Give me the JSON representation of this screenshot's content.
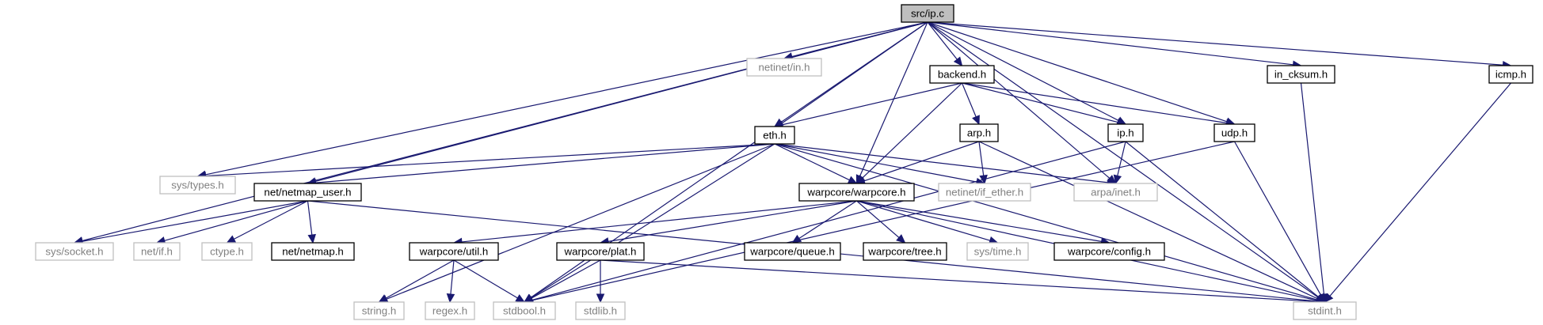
{
  "graph": {
    "root": "src/ip.c",
    "nodes": [
      {
        "id": "ip_c",
        "label": "src/ip.c",
        "kind": "root"
      },
      {
        "id": "netinet_in",
        "label": "netinet/in.h",
        "kind": "external"
      },
      {
        "id": "backend",
        "label": "backend.h",
        "kind": "local"
      },
      {
        "id": "in_cksum",
        "label": "in_cksum.h",
        "kind": "local"
      },
      {
        "id": "icmp",
        "label": "icmp.h",
        "kind": "local"
      },
      {
        "id": "eth",
        "label": "eth.h",
        "kind": "local"
      },
      {
        "id": "arp",
        "label": "arp.h",
        "kind": "local"
      },
      {
        "id": "ip_h",
        "label": "ip.h",
        "kind": "local"
      },
      {
        "id": "udp",
        "label": "udp.h",
        "kind": "local"
      },
      {
        "id": "sys_types",
        "label": "sys/types.h",
        "kind": "external"
      },
      {
        "id": "netmap_user",
        "label": "net/netmap_user.h",
        "kind": "local"
      },
      {
        "id": "warpcore",
        "label": "warpcore/warpcore.h",
        "kind": "local"
      },
      {
        "id": "if_ether",
        "label": "netinet/if_ether.h",
        "kind": "external"
      },
      {
        "id": "arpa_inet",
        "label": "arpa/inet.h",
        "kind": "external"
      },
      {
        "id": "sys_socket",
        "label": "sys/socket.h",
        "kind": "external"
      },
      {
        "id": "net_if",
        "label": "net/if.h",
        "kind": "external"
      },
      {
        "id": "ctype",
        "label": "ctype.h",
        "kind": "external"
      },
      {
        "id": "netmap",
        "label": "net/netmap.h",
        "kind": "local"
      },
      {
        "id": "util",
        "label": "warpcore/util.h",
        "kind": "local"
      },
      {
        "id": "plat",
        "label": "warpcore/plat.h",
        "kind": "local"
      },
      {
        "id": "queue",
        "label": "warpcore/queue.h",
        "kind": "local"
      },
      {
        "id": "tree",
        "label": "warpcore/tree.h",
        "kind": "local"
      },
      {
        "id": "sys_time",
        "label": "sys/time.h",
        "kind": "external"
      },
      {
        "id": "config",
        "label": "warpcore/config.h",
        "kind": "local"
      },
      {
        "id": "string",
        "label": "string.h",
        "kind": "external"
      },
      {
        "id": "regex",
        "label": "regex.h",
        "kind": "external"
      },
      {
        "id": "stdbool",
        "label": "stdbool.h",
        "kind": "external"
      },
      {
        "id": "stdlib",
        "label": "stdlib.h",
        "kind": "external"
      },
      {
        "id": "stdint",
        "label": "stdint.h",
        "kind": "external"
      }
    ],
    "edges": [
      [
        "ip_c",
        "netinet_in"
      ],
      [
        "ip_c",
        "backend"
      ],
      [
        "ip_c",
        "in_cksum"
      ],
      [
        "ip_c",
        "icmp"
      ],
      [
        "ip_c",
        "eth"
      ],
      [
        "ip_c",
        "ip_h"
      ],
      [
        "ip_c",
        "udp"
      ],
      [
        "ip_c",
        "sys_types"
      ],
      [
        "ip_c",
        "netmap_user"
      ],
      [
        "ip_c",
        "warpcore"
      ],
      [
        "ip_c",
        "arpa_inet"
      ],
      [
        "ip_c",
        "sys_socket"
      ],
      [
        "ip_c",
        "stdbool"
      ],
      [
        "ip_c",
        "stdint"
      ],
      [
        "backend",
        "eth"
      ],
      [
        "backend",
        "arp"
      ],
      [
        "backend",
        "ip_h"
      ],
      [
        "backend",
        "udp"
      ],
      [
        "backend",
        "warpcore"
      ],
      [
        "in_cksum",
        "stdint"
      ],
      [
        "icmp",
        "stdint"
      ],
      [
        "eth",
        "sys_types"
      ],
      [
        "eth",
        "netmap_user"
      ],
      [
        "eth",
        "warpcore"
      ],
      [
        "eth",
        "if_ether"
      ],
      [
        "eth",
        "arpa_inet"
      ],
      [
        "eth",
        "string"
      ],
      [
        "eth",
        "stdbool"
      ],
      [
        "eth",
        "stdint"
      ],
      [
        "arp",
        "warpcore"
      ],
      [
        "arp",
        "if_ether"
      ],
      [
        "arp",
        "stdint"
      ],
      [
        "ip_h",
        "arpa_inet"
      ],
      [
        "ip_h",
        "stdbool"
      ],
      [
        "ip_h",
        "stdint"
      ],
      [
        "udp",
        "stdbool"
      ],
      [
        "udp",
        "stdint"
      ],
      [
        "netmap_user",
        "sys_socket"
      ],
      [
        "netmap_user",
        "net_if"
      ],
      [
        "netmap_user",
        "ctype"
      ],
      [
        "netmap_user",
        "netmap"
      ],
      [
        "netmap_user",
        "stdint"
      ],
      [
        "warpcore",
        "util"
      ],
      [
        "warpcore",
        "plat"
      ],
      [
        "warpcore",
        "queue"
      ],
      [
        "warpcore",
        "tree"
      ],
      [
        "warpcore",
        "sys_time"
      ],
      [
        "warpcore",
        "config"
      ],
      [
        "warpcore",
        "stdint"
      ],
      [
        "util",
        "string"
      ],
      [
        "util",
        "regex"
      ],
      [
        "util",
        "stdbool"
      ],
      [
        "plat",
        "stdbool"
      ],
      [
        "plat",
        "stdlib"
      ],
      [
        "plat",
        "stdint"
      ]
    ]
  },
  "colors": {
    "edge": "#191970",
    "root_fill": "#bfbfbf",
    "external_border": "#bfbfbf",
    "external_text": "#808080"
  }
}
